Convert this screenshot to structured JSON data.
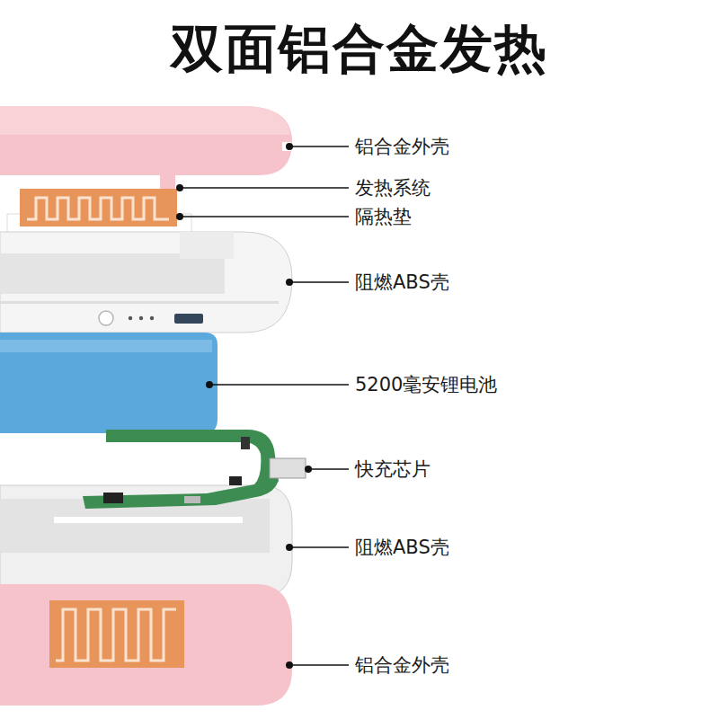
{
  "diagram": {
    "title": "双面铝合金发热",
    "labels": [
      "铝合金外壳",
      "发热系统",
      "隔热垫",
      "阻燃ABS壳",
      "5200毫安锂电池",
      "快充芯片",
      "阻燃ABS壳",
      "铝合金外壳"
    ]
  }
}
